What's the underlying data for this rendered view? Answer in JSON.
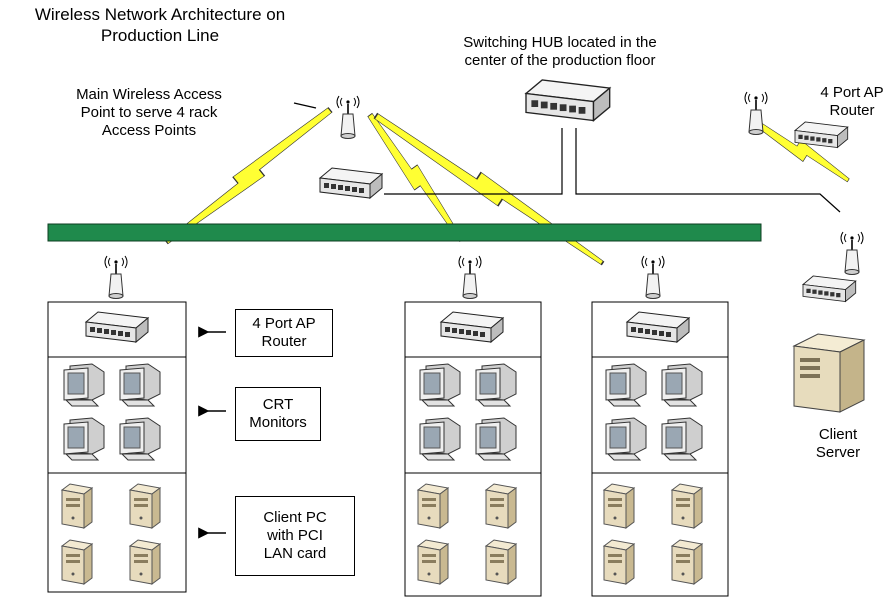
{
  "diagram": {
    "title_line1": "Wireless Network Architecture on",
    "title_line2": "Production Line",
    "main_ap_label": [
      "Main Wireless Access",
      "Point to serve 4 rack",
      "Access Points"
    ],
    "switch_hub_label": [
      "Switching HUB located in the",
      "center of the production floor"
    ],
    "remote_ap_label": [
      "4 Port AP",
      "Router"
    ],
    "legend_router": [
      "4 Port AP",
      "Router"
    ],
    "legend_crt": [
      "CRT",
      "Monitors"
    ],
    "legend_pc": [
      "Client PC",
      "with PCI",
      "LAN card"
    ],
    "client_server_label": [
      "Client",
      "Server"
    ]
  },
  "colors": {
    "backbone_green": "#1f8a4c",
    "lightning_yellow": "#ffff33",
    "device_gray": "#e8e8e8",
    "pc_beige": "#e6d9b8"
  },
  "icons": [
    "wireless-antenna-icon",
    "network-switch-icon",
    "crt-monitor-icon",
    "desktop-pc-icon",
    "server-tower-icon",
    "lightning-bolt-icon",
    "arrow-left-icon"
  ]
}
